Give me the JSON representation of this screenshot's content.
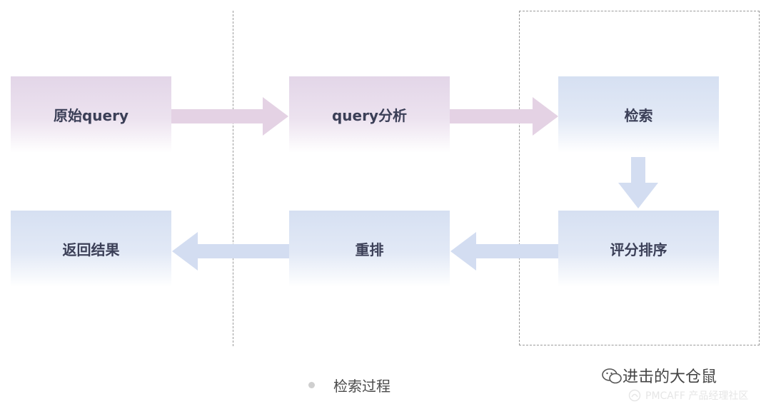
{
  "diagram": {
    "nodes": {
      "original_query": "原始query",
      "query_analysis": "query分析",
      "retrieval": "检索",
      "scoring_ranking": "评分排序",
      "rerank": "重排",
      "return_results": "返回结果"
    },
    "edges": [
      {
        "from": "original_query",
        "to": "query_analysis"
      },
      {
        "from": "query_analysis",
        "to": "retrieval"
      },
      {
        "from": "retrieval",
        "to": "scoring_ranking"
      },
      {
        "from": "scoring_ranking",
        "to": "rerank"
      },
      {
        "from": "rerank",
        "to": "return_results"
      }
    ],
    "caption": "检索过程",
    "colors": {
      "purple_box": "#e3d6e8",
      "blue_box": "#d6e0f2",
      "purple_arrow": "#e4d2e4",
      "blue_arrow": "#d3ddf1",
      "text": "#3b3f57",
      "dashed_line": "#9a9a9a"
    }
  },
  "watermark": {
    "name": "进击的大仓鼠",
    "sub": "PMCAFF 产品经理社区",
    "icon": "wechat-icon"
  }
}
